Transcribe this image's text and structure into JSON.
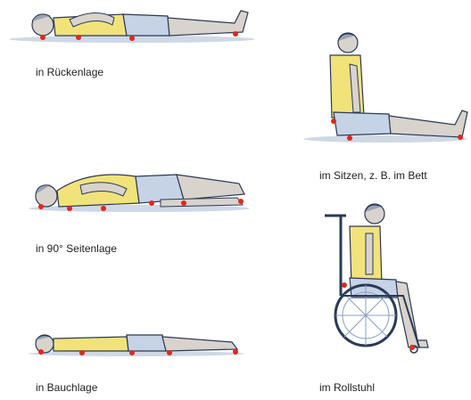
{
  "captions": {
    "rueckenlage": "in Rückenlage",
    "seitenlage": "in 90° Seitenlage",
    "bauchlage": "in Bauchlage",
    "sitzen": "im Sitzen, z. B. im Bett",
    "rollstuhl": "im Rollstuhl"
  },
  "colors": {
    "skin": "#d8d3cc",
    "shirt": "#f1e37a",
    "shorts": "#c6d3e6",
    "outline": "#2b3a57",
    "pressure_point": "#e0281c",
    "floor_shadow": "#cfd8e6"
  }
}
